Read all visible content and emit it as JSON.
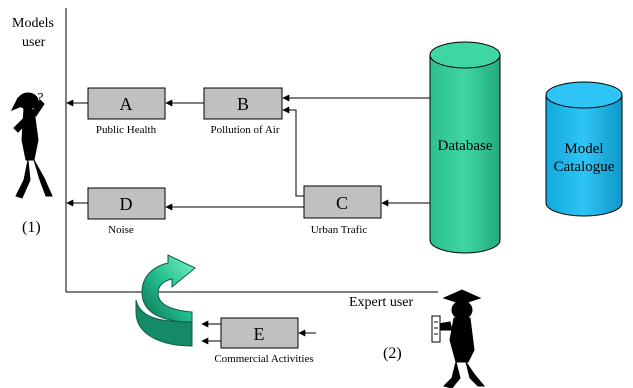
{
  "axes": {
    "y_label_line1": "Models",
    "y_label_line2": "user",
    "x_label": "Expert user"
  },
  "boxes": {
    "a": {
      "letter": "A",
      "caption": "Public Health"
    },
    "b": {
      "letter": "B",
      "caption": "Pollution of Air"
    },
    "c": {
      "letter": "C",
      "caption": "Urban Trafic"
    },
    "d": {
      "letter": "D",
      "caption": "Noise"
    },
    "e": {
      "letter": "E",
      "caption": "Commercial Activities"
    }
  },
  "cylinders": {
    "database": {
      "label": "Database",
      "color": "#33cc99"
    },
    "catalogue": {
      "label_line1": "Model",
      "label_line2": "Catalogue",
      "color": "#1ab5e8"
    }
  },
  "markers": {
    "one": "(1)",
    "two": "(2)",
    "question": "?"
  },
  "colors": {
    "box_fill": "#c0c0c0",
    "curved_arrow": "#1fae86"
  }
}
